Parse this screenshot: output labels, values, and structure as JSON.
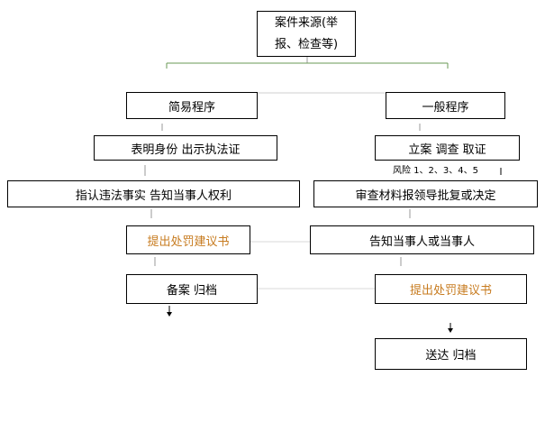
{
  "nodes": {
    "source_line1": "案件来源(举",
    "source_line2": "报、检查等)",
    "simple": "简易程序",
    "general": "一般程序",
    "show_id": "表明身份  出示执法证",
    "file_case": "立案  调查  取证",
    "point_out": "指认违法事实    告知当事人权利",
    "review": "审查材料报领导批复或决定",
    "propose_left": "提出处罚建议书",
    "notify": "告知当事人或当事人",
    "record": "备案    归档",
    "propose_right": "提出处罚建议书",
    "deliver": "送达      归档"
  },
  "risk_note": "风险 1、2、3、4、5",
  "colors": {
    "line": "#000000",
    "connector_green": "#6a9a55",
    "connector_grey": "#9a9a9a",
    "highlight_text": "#c77b1f"
  }
}
